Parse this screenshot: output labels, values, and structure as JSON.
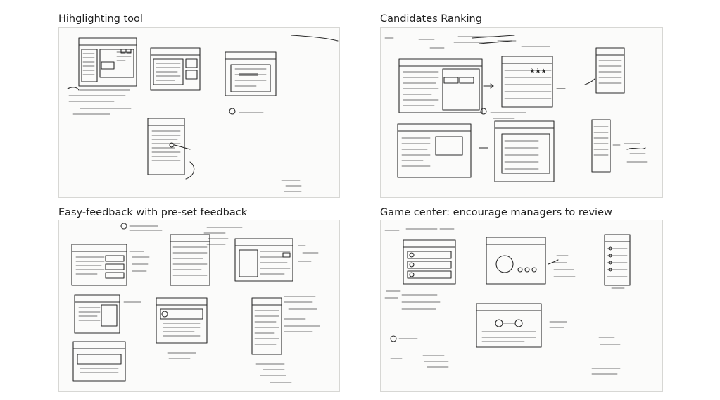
{
  "panels": {
    "highlighting": {
      "title": "Hihglighting tool"
    },
    "ranking": {
      "title": "Candidates Ranking"
    },
    "feedback": {
      "title": "Easy-feedback with pre-set feedback"
    },
    "gamecenter": {
      "title": "Game center: encourage managers to review"
    }
  }
}
